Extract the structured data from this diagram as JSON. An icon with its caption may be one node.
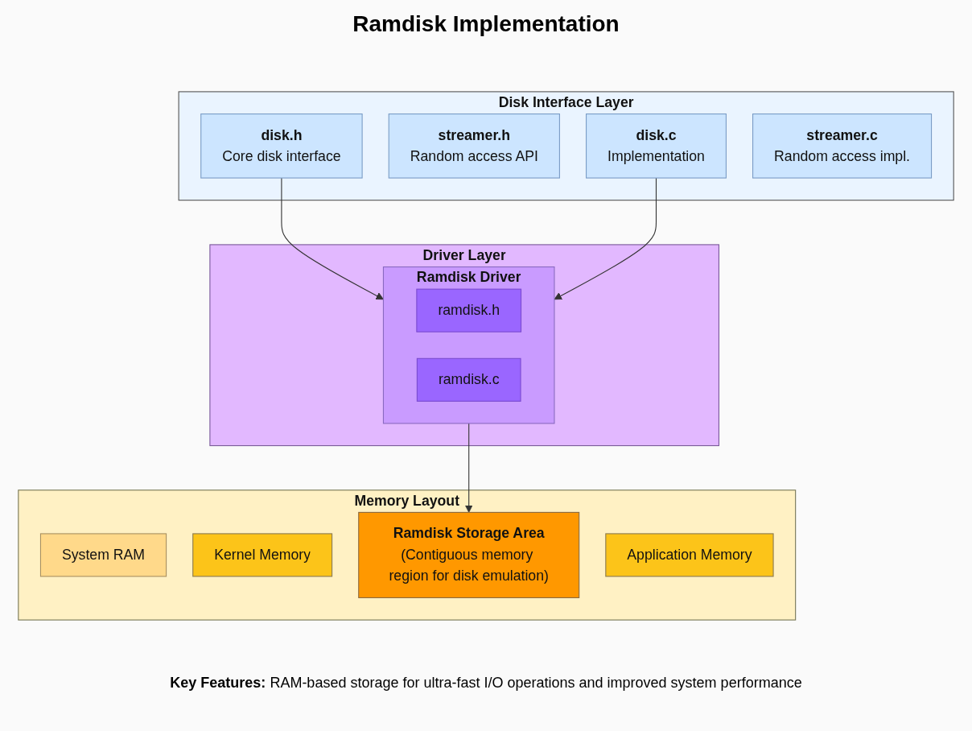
{
  "diagram": {
    "title": "Ramdisk Implementation",
    "caption": "**Key Features:** RAM-based storage for ultra-fast I/O operations and improved system performance",
    "nodes": [
      {
        "text": [
          "Disk Interface Layer"
        ]
      },
      {
        "text": [
          "disk.h",
          "Core disk interface"
        ],
        "in": 0
      },
      {
        "text": [
          "streamer.h",
          "Random access API"
        ],
        "in": 0
      },
      {
        "text": [
          "disk.c",
          "Implementation"
        ],
        "in": 0
      },
      {
        "text": [
          "streamer.c",
          "Random access impl."
        ],
        "in": 0
      },
      {
        "text": [
          "Driver Layer"
        ]
      },
      {
        "text": [
          "Ramdisk Driver"
        ],
        "in": 5
      },
      {
        "text": [
          "ramdisk.h"
        ],
        "in": 6
      },
      {
        "text": [
          "ramdisk.c"
        ],
        "in": 6
      },
      {
        "text": [
          "Memory Layout"
        ]
      },
      {
        "text": [
          "System RAM"
        ],
        "in": 9
      },
      {
        "text": [
          "Kernel Memory"
        ],
        "in": 9
      },
      {
        "text": [
          "Ramdisk Storage Area",
          "(Contiguous memory region for disk emulation)"
        ],
        "in": 9
      },
      {
        "text": [
          "Application Memory"
        ],
        "in": 9
      }
    ],
    "edges": [
      {
        "from": 1,
        "to": 6,
        "arrow": "to"
      },
      {
        "from": 3,
        "to": 6,
        "arrow": "to"
      },
      {
        "from": 6,
        "to": 12,
        "arrow": "to"
      }
    ]
  }
}
